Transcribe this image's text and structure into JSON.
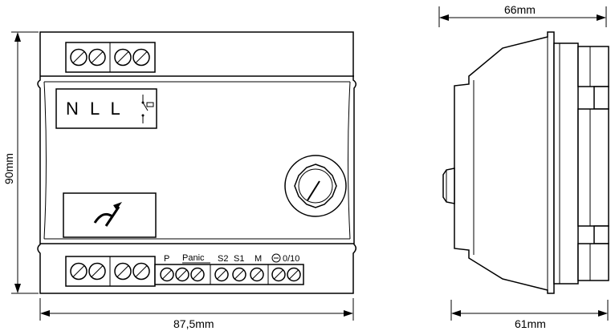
{
  "dimensions": {
    "front_width": "87,5mm",
    "front_height": "90mm",
    "side_top_width": "66mm",
    "side_bottom_width": "61mm"
  },
  "labels": {
    "nll_text": "N L L"
  },
  "terminals": {
    "bottom_labels": [
      "P",
      "Panic",
      "S2",
      "S1",
      "M",
      "0/10"
    ]
  }
}
